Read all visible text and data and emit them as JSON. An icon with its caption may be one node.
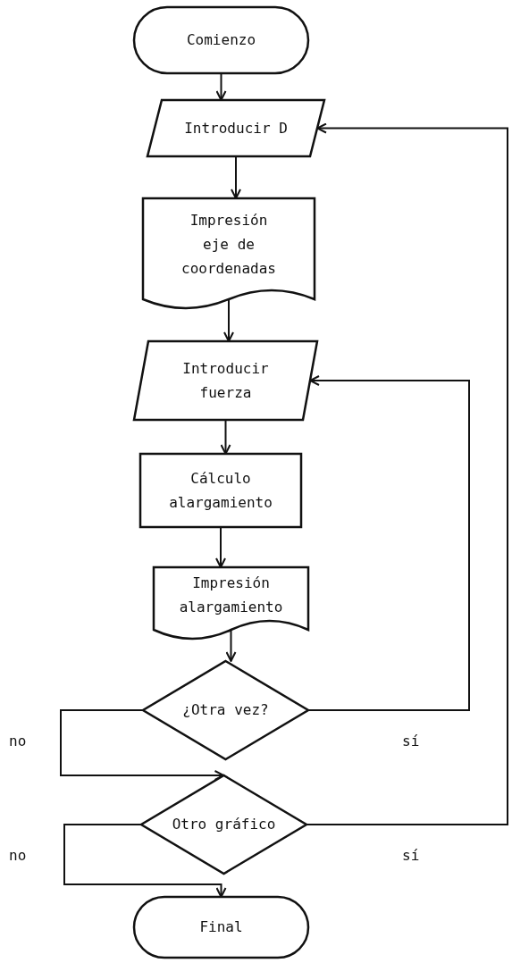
{
  "diagram": {
    "nodes": [
      {
        "text": [
          "Comienzo"
        ]
      },
      {
        "text": [
          "Introducir D"
        ]
      },
      {
        "text": [
          "Impresión eje de coordenadas"
        ]
      },
      {
        "text": [
          "Introducir fuerza"
        ]
      },
      {
        "text": [
          "Cálculo alargamiento"
        ]
      },
      {
        "text": [
          "Impresión alargamiento"
        ]
      },
      {
        "text": [
          "¿Otra vez?"
        ]
      },
      {
        "text": [
          "Otro gráfico"
        ]
      },
      {
        "text": [
          "Final"
        ]
      }
    ],
    "edges": [
      {
        "from": 0,
        "to": 1,
        "arrow": "to"
      },
      {
        "from": 1,
        "to": 2,
        "arrow": "to"
      },
      {
        "from": 2,
        "to": 3,
        "arrow": "to"
      },
      {
        "from": 3,
        "to": 4,
        "arrow": "to"
      },
      {
        "from": 4,
        "to": 5,
        "arrow": "to"
      },
      {
        "from": 5,
        "to": 6,
        "arrow": "to"
      },
      {
        "from": 6,
        "to": 7,
        "arrow": "to",
        "label": "no"
      },
      {
        "from": 6,
        "to": 3,
        "arrow": "to",
        "label": "sí"
      },
      {
        "from": 7,
        "to": 1,
        "arrow": "to",
        "label": "sí"
      },
      {
        "from": 7,
        "to": 8,
        "arrow": "to",
        "label": "no"
      }
    ]
  }
}
